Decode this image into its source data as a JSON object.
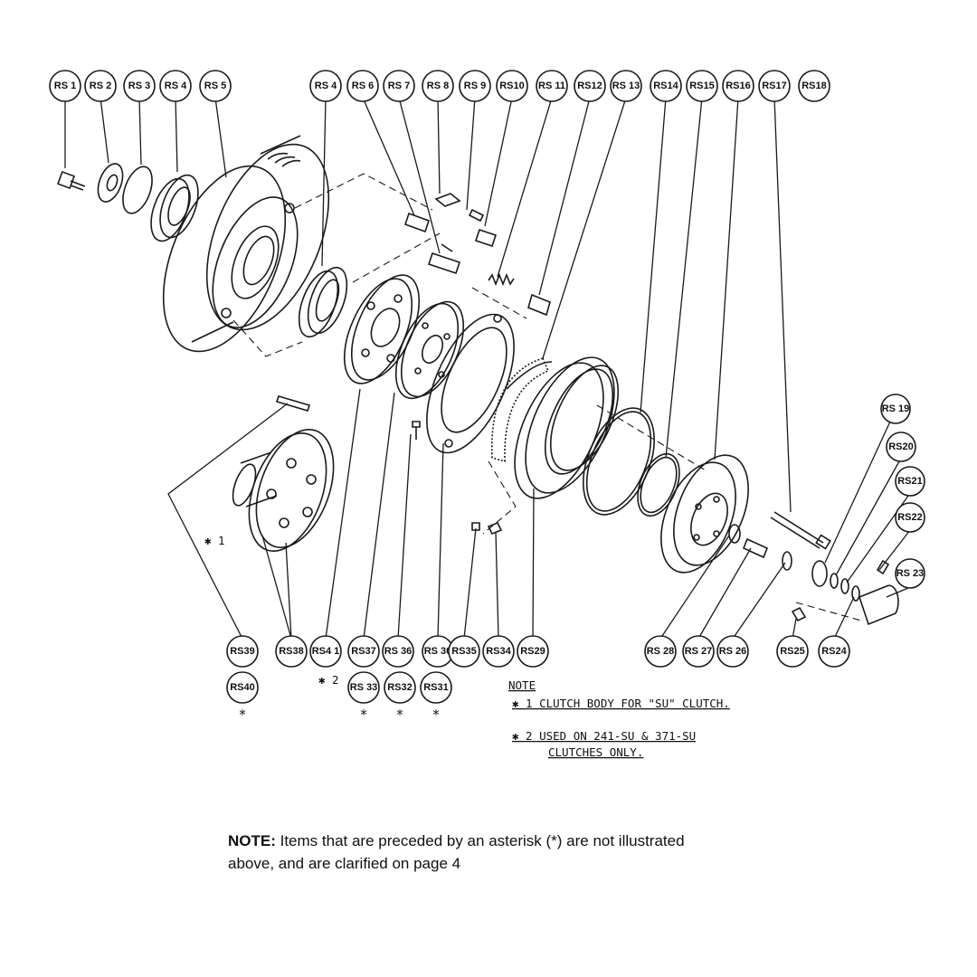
{
  "callouts": {
    "rs1": "RS 1",
    "rs2": "RS 2",
    "rs3": "RS 3",
    "rs4a": "RS 4",
    "rs5": "RS 5",
    "rs4b": "RS 4",
    "rs6": "RS 6",
    "rs7": "RS 7",
    "rs8": "RS 8",
    "rs9": "RS 9",
    "rs10": "RS10",
    "rs11": "RS 11",
    "rs12": "RS12",
    "rs13": "RS 13",
    "rs14": "RS14",
    "rs15": "RS15",
    "rs16": "RS16",
    "rs17": "RS17",
    "rs18": "RS18",
    "rs19": "RS 19",
    "rs20": "RS20",
    "rs21": "RS21",
    "rs22": "RS22",
    "rs23": "RS 23",
    "rs39": "RS39",
    "rs38": "RS38",
    "rs41": "RS4 1",
    "rs37": "RS37",
    "rs36": "RS 36",
    "rs30": "RS 30",
    "rs35": "RS35",
    "rs34": "RS34",
    "rs29": "RS29",
    "rs28": "RS 28",
    "rs27": "RS 27",
    "rs26": "RS 26",
    "rs25": "RS25",
    "rs24": "RS24",
    "rs40": "RS40",
    "rs33": "RS 33",
    "rs32": "RS32",
    "rs31": "RS31"
  },
  "markers": {
    "asterisk": "*",
    "x1": "✱ 1",
    "x2": "✱ 2"
  },
  "drawing_note": {
    "heading": "NOTE",
    "line1": "✱ 1  CLUTCH BODY FOR \"SU\" CLUTCH.",
    "line2a": "✱ 2  USED ON  241-SU  &  371-SU",
    "line2b": "CLUTCHES  ONLY."
  },
  "page_note": {
    "bold": "NOTE:",
    "text": " Items that are preceded by an asterisk (*) are not illustrated above, and are clarified on page 4"
  }
}
